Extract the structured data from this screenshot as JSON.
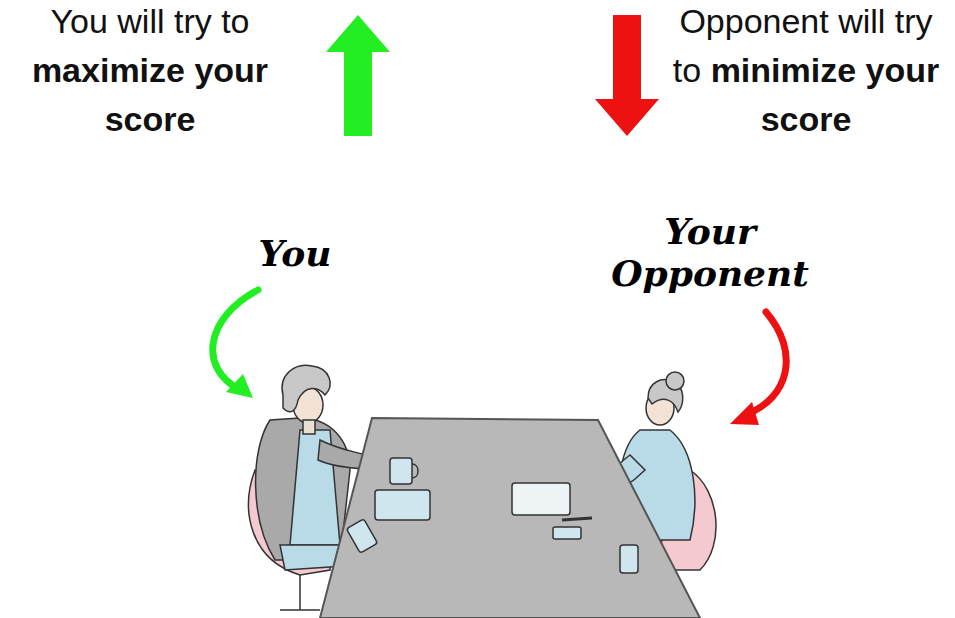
{
  "diagram": {
    "labels": [
      "You will try to",
      "maximize your score",
      "Opponent will try to",
      "minimize your score",
      "You",
      "Your Opponent"
    ]
  }
}
